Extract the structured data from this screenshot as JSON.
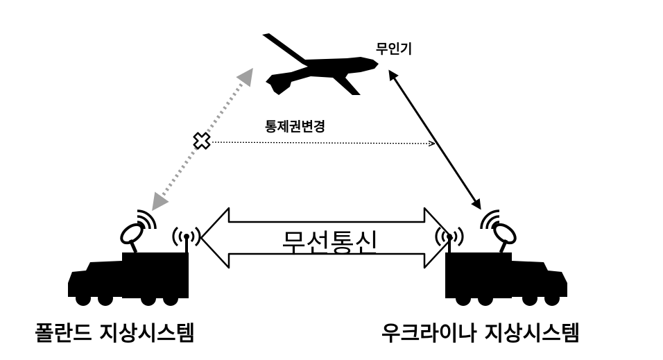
{
  "labels": {
    "uav": "무인기",
    "control_change": "통제권변경",
    "wireless_comm": "무선통신",
    "poland_ground_system": "폴란드 지상시스템",
    "ukraine_ground_system": "우크라이나 지상시스템"
  },
  "colors": {
    "foreground": "#000000",
    "blocked_link": "#a0a0a0",
    "background": "#ffffff"
  }
}
